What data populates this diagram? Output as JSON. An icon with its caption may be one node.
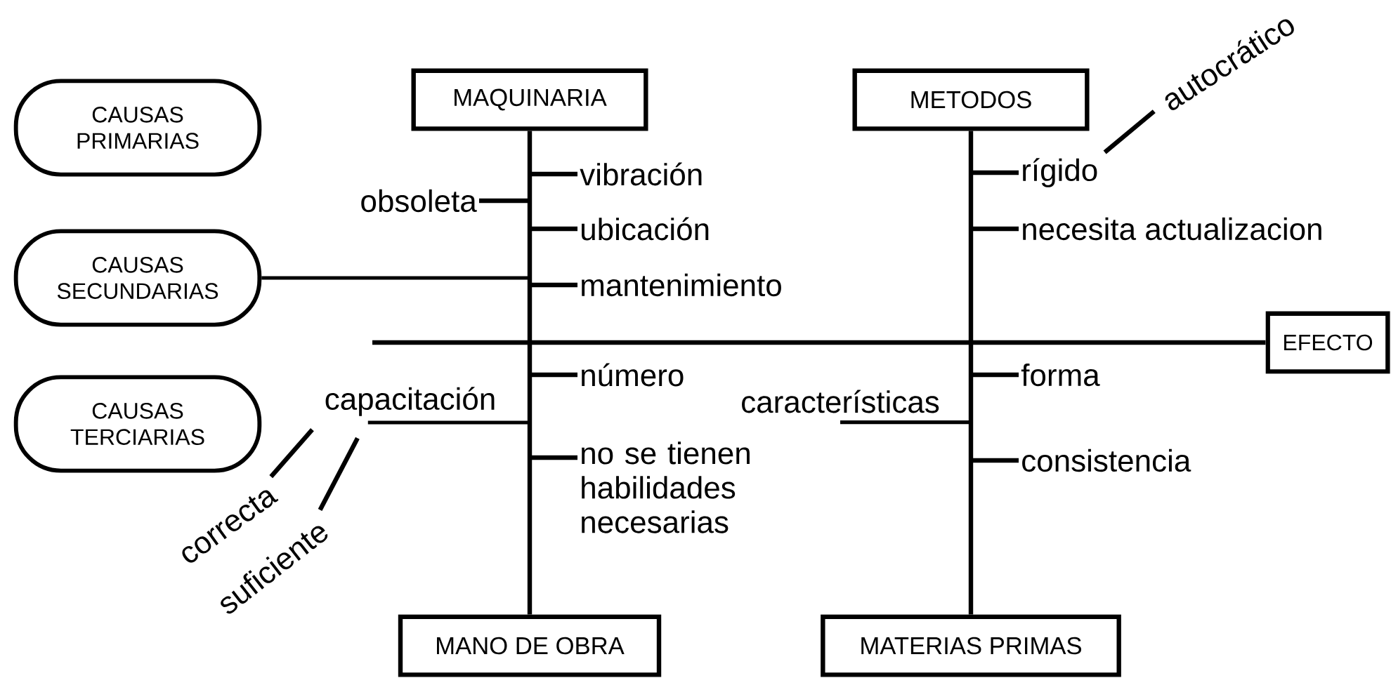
{
  "diagram": {
    "nodes": [
      {
        "text": [
          "CAUSAS PRIMARIAS"
        ]
      },
      {
        "text": [
          "CAUSAS SECUNDARIAS"
        ]
      },
      {
        "text": [
          "CAUSAS TERCIARIAS"
        ]
      },
      {
        "text": [
          "MAQUINARIA"
        ]
      },
      {
        "text": [
          "METODOS"
        ]
      },
      {
        "text": [
          "EFECTO"
        ]
      },
      {
        "text": [
          "MANO DE OBRA"
        ]
      },
      {
        "text": [
          "MATERIAS PRIMAS"
        ]
      },
      {
        "text": [
          "obsoleta"
        ]
      },
      {
        "text": [
          "vibración"
        ]
      },
      {
        "text": [
          "ubicación"
        ]
      },
      {
        "text": [
          "mantenimiento"
        ]
      },
      {
        "text": [
          "autocrático"
        ]
      },
      {
        "text": [
          "rígido"
        ]
      },
      {
        "text": [
          "necesita actualizacion"
        ]
      },
      {
        "text": [
          "capacitación"
        ]
      },
      {
        "text": [
          "número"
        ]
      },
      {
        "text": [
          "no se tienen habilidades necesarias"
        ]
      },
      {
        "text": [
          "correcta"
        ]
      },
      {
        "text": [
          "suficiente"
        ]
      },
      {
        "text": [
          "características"
        ]
      },
      {
        "text": [
          "forma"
        ]
      },
      {
        "text": [
          "consistencia"
        ]
      }
    ],
    "edges": [
      {
        "from": 3,
        "to": 6,
        "arrow": "none"
      },
      {
        "from": 4,
        "to": 7,
        "arrow": "none"
      },
      {
        "from": null,
        "to": 5,
        "arrow": "none"
      },
      {
        "from": 8,
        "to": null,
        "arrow": "none"
      },
      {
        "from": 9,
        "to": null,
        "arrow": "none"
      },
      {
        "from": 10,
        "to": null,
        "arrow": "none"
      },
      {
        "from": 11,
        "to": null,
        "arrow": "none"
      },
      {
        "from": 1,
        "to": null,
        "arrow": "none"
      },
      {
        "from": 13,
        "to": 12,
        "arrow": "none"
      },
      {
        "from": 13,
        "to": null,
        "arrow": "none"
      },
      {
        "from": 14,
        "to": null,
        "arrow": "none"
      },
      {
        "from": 15,
        "to": null,
        "arrow": "none"
      },
      {
        "from": 16,
        "to": null,
        "arrow": "none"
      },
      {
        "from": 17,
        "to": null,
        "arrow": "none"
      },
      {
        "from": 15,
        "to": 18,
        "arrow": "none"
      },
      {
        "from": 15,
        "to": 19,
        "arrow": "none"
      },
      {
        "from": 20,
        "to": null,
        "arrow": "none"
      },
      {
        "from": 21,
        "to": null,
        "arrow": "none"
      },
      {
        "from": 22,
        "to": null,
        "arrow": "none"
      }
    ]
  }
}
